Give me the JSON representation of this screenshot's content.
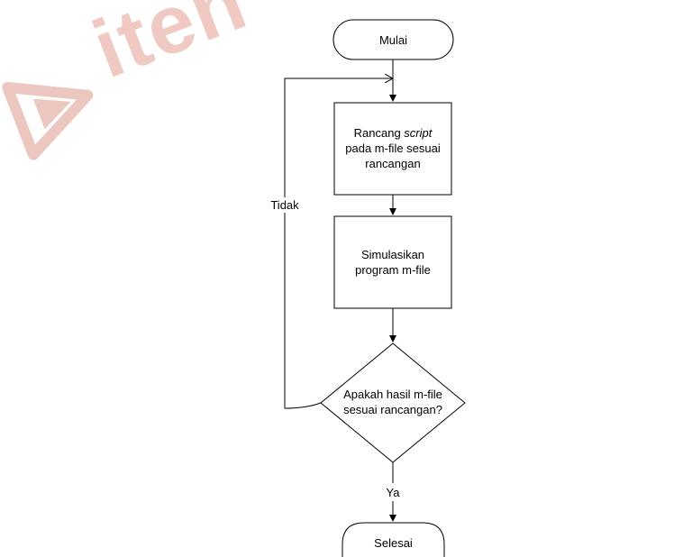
{
  "watermark": {
    "text": "iten",
    "color": "#f0c9c2",
    "icon": "play-triangle-icon"
  },
  "flowchart": {
    "start": "Mulai",
    "step1": {
      "prefix": "Rancang ",
      "italic": "script",
      "line2": "pada m-file sesuai",
      "line3": "rancangan"
    },
    "step2": {
      "line1": "Simulasikan",
      "line2": "program m-file"
    },
    "decision": {
      "line1": "Apakah hasil m-file",
      "line2": "sesuai rancangan?"
    },
    "no_label": "Tidak",
    "yes_label": "Ya",
    "end": "Selesai"
  }
}
